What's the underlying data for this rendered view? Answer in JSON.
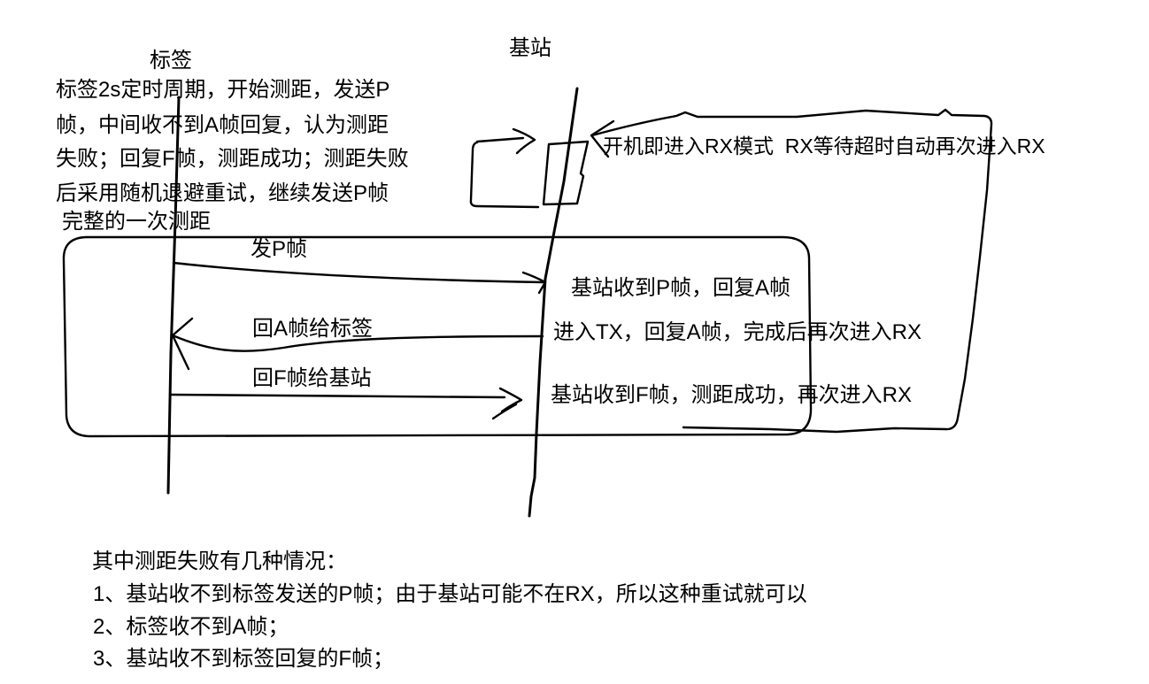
{
  "participants": {
    "tag": "标签",
    "base": "基站"
  },
  "tag_note": {
    "lines": [
      "标签2s定时周期，开始测距，发送P",
      "帧，中间收不到A帧回复，认为测距",
      "失败；回复F帧，测距成功；测距失败",
      "后采用随机退避重试，继续发送P帧"
    ]
  },
  "box_label": "完整的一次测距",
  "rx_note": "开机即进入RX模式  RX等待超时自动再次进入RX",
  "messages": {
    "p": "发P帧",
    "a": "回A帧给标签",
    "f": "回F帧给基站"
  },
  "base_annotations": {
    "p": "基站收到P帧，回复A帧",
    "a": "进入TX，回复A帧，完成后再次进入RX",
    "f": "基站收到F帧，测距成功，再次进入RX"
  },
  "failures": {
    "title": "其中测距失败有几种情况：",
    "item1": "1、基站收不到标签发送的P帧；由于基站可能不在RX，所以这种重试就可以",
    "item2": "2、标签收不到A帧；",
    "item3": "3、基站收不到标签回复的F帧；"
  },
  "colors": {
    "ink": "#000000",
    "background": "#ffffff"
  }
}
